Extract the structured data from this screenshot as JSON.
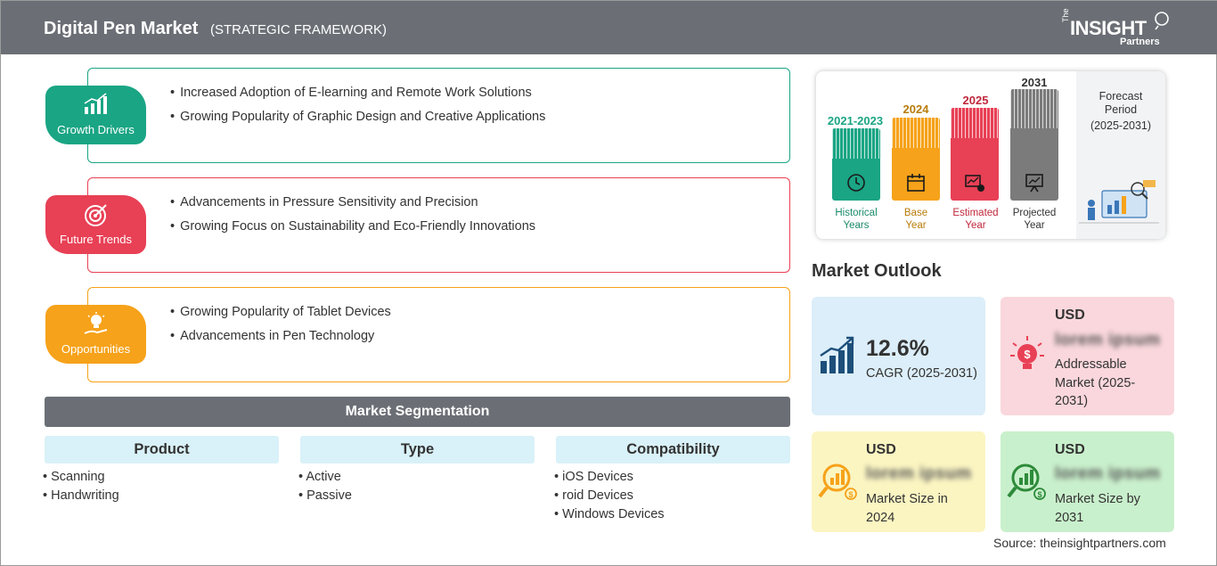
{
  "header": {
    "title": "Digital Pen Market",
    "subtitle": "(STRATEGIC FRAMEWORK)",
    "logo": {
      "the": "The",
      "insight": "INSIGHT",
      "partners": "Partners"
    }
  },
  "framework": [
    {
      "label": "Growth Drivers",
      "icon": "bar-chart-growth-icon",
      "color": "#1aa584",
      "items": [
        "Increased Adoption of E-learning and Remote Work Solutions",
        "Growing Popularity of Graphic Design and Creative Applications"
      ]
    },
    {
      "label": "Future Trends",
      "icon": "target-icon",
      "color": "#e84055",
      "items": [
        "Advancements in Pressure Sensitivity and Precision",
        "Growing Focus on Sustainability and Eco-Friendly Innovations"
      ]
    },
    {
      "label": "Opportunities",
      "icon": "lightbulb-hand-icon",
      "color": "#f6a21a",
      "items": [
        "Growing Popularity of Tablet Devices",
        "Advancements in Pen Technology"
      ]
    }
  ],
  "segmentation": {
    "title": "Market Segmentation",
    "columns": [
      {
        "header": "Product",
        "items": [
          "Scanning",
          "Handwriting"
        ]
      },
      {
        "header": "Type",
        "items": [
          "Active",
          "Passive"
        ]
      },
      {
        "header": "Compatibility",
        "items": [
          "iOS Devices",
          "roid Devices",
          "Windows Devices"
        ]
      }
    ]
  },
  "timeline": {
    "periods": [
      {
        "year": "2021-2023",
        "caption_line1": "Historical",
        "caption_line2": "Years",
        "color": "#1aa584",
        "icon": "history-clock-icon"
      },
      {
        "year": "2024",
        "caption_line1": "Base",
        "caption_line2": "Year",
        "color": "#f6a21a",
        "icon": "calendar-icon"
      },
      {
        "year": "2025",
        "caption_line1": "Estimated",
        "caption_line2": "Year",
        "color": "#e84055",
        "icon": "estimate-chart-icon"
      },
      {
        "year": "2031",
        "caption_line1": "Projected",
        "caption_line2": "Year",
        "color": "#7b7b7b",
        "icon": "presentation-icon"
      }
    ],
    "forecast": {
      "line1": "Forecast",
      "line2": "Period",
      "line3": "(2025-2031)"
    }
  },
  "outlook": {
    "title": "Market Outlook",
    "cagr": {
      "value": "12.6%",
      "label": "CAGR (2025-2031)",
      "color": "#dceef9"
    },
    "addressable": {
      "currency": "USD",
      "value": "lorem ipsum",
      "label": "Addressable Market (2025-2031)",
      "color": "#f9d7dc"
    },
    "size2024": {
      "currency": "USD",
      "value": "lorem ipsum",
      "label": "Market Size in 2024",
      "color": "#fbf5c2"
    },
    "size2031": {
      "currency": "USD",
      "value": "lorem ipsum",
      "label": "Market Size by 2031",
      "color": "#c9f0cc"
    }
  },
  "source": "Source: theinsightpartners.com"
}
